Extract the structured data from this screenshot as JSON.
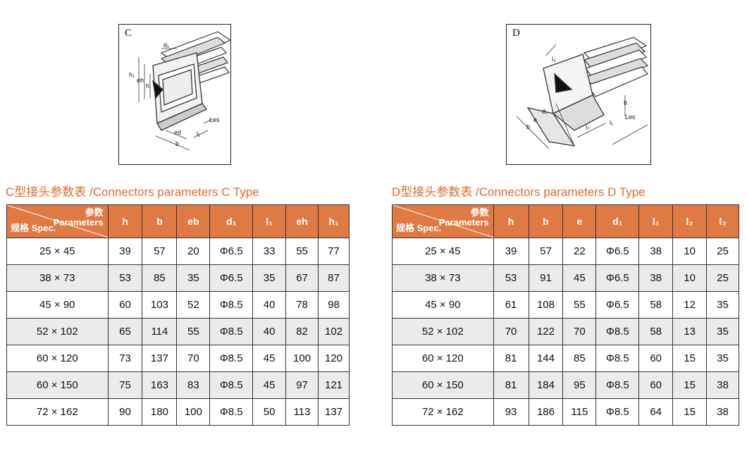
{
  "figures": {
    "c": {
      "letter": "C",
      "labels": {
        "d1": "d₁",
        "h1": "h₁",
        "eh": "eh",
        "h": "h",
        "les": "Les",
        "l1": "l₁",
        "ed": "ed",
        "b": "b"
      }
    },
    "d": {
      "letter": "D",
      "labels": {
        "l3": "l₃",
        "h": "h",
        "les": "Les",
        "l1": "l₁",
        "l2": "l₂",
        "d1": "d₁",
        "e": "e",
        "b": "b"
      }
    }
  },
  "table_c": {
    "title": "C型接头参数表 /Connectors parameters C Type",
    "corner": {
      "cn": "参数",
      "en": "Parameters",
      "spec": "规格 Spec."
    },
    "headers": [
      "h",
      "b",
      "eb",
      "d₁",
      "l₁",
      "eh",
      "h₁"
    ],
    "rows": [
      [
        "25 × 45",
        "39",
        "57",
        "20",
        "Φ6.5",
        "33",
        "55",
        "77"
      ],
      [
        "38 × 73",
        "53",
        "85",
        "35",
        "Φ6.5",
        "35",
        "67",
        "87"
      ],
      [
        "45 × 90",
        "60",
        "103",
        "52",
        "Φ8.5",
        "40",
        "78",
        "98"
      ],
      [
        "52 × 102",
        "65",
        "114",
        "55",
        "Φ8.5",
        "40",
        "82",
        "102"
      ],
      [
        "60 × 120",
        "73",
        "137",
        "70",
        "Φ8.5",
        "45",
        "100",
        "120"
      ],
      [
        "60 × 150",
        "75",
        "163",
        "83",
        "Φ8.5",
        "45",
        "97",
        "121"
      ],
      [
        "72 × 162",
        "90",
        "180",
        "100",
        "Φ8.5",
        "50",
        "113",
        "137"
      ]
    ]
  },
  "table_d": {
    "title": "D型接头参数表 /Connectors parameters D Type",
    "corner": {
      "cn": "参数",
      "en": "Parameters",
      "spec": "规格 Spec."
    },
    "headers": [
      "h",
      "b",
      "e",
      "d₁",
      "l₁",
      "l₂",
      "l₃"
    ],
    "rows": [
      [
        "25 × 45",
        "39",
        "57",
        "22",
        "Φ6.5",
        "38",
        "10",
        "25"
      ],
      [
        "38 × 73",
        "53",
        "91",
        "45",
        "Φ6.5",
        "38",
        "10",
        "25"
      ],
      [
        "45 × 90",
        "61",
        "108",
        "55",
        "Φ6.5",
        "58",
        "12",
        "35"
      ],
      [
        "52 × 102",
        "70",
        "122",
        "70",
        "Φ8.5",
        "58",
        "13",
        "35"
      ],
      [
        "60 × 120",
        "81",
        "144",
        "85",
        "Φ8.5",
        "60",
        "15",
        "35"
      ],
      [
        "60 × 150",
        "81",
        "184",
        "95",
        "Φ8.5",
        "60",
        "15",
        "38"
      ],
      [
        "72 × 162",
        "93",
        "186",
        "115",
        "Φ8.5",
        "64",
        "15",
        "38"
      ]
    ]
  },
  "colors": {
    "accent": "#e07a45",
    "title": "#e06a2c",
    "alt_row": "#ebebeb"
  }
}
